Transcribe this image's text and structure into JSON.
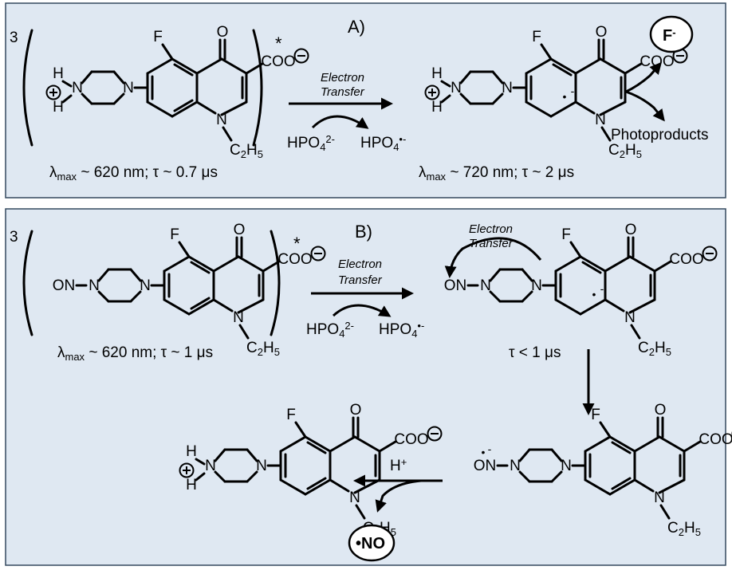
{
  "panel_a": {
    "label": "A)",
    "multiplicity": "3",
    "excited": "*",
    "arrow_label_1": "Electron",
    "arrow_label_2": "Transfer",
    "reactant_lambda": "λ",
    "reactant_lambda_sub": "max",
    "reactant_lambda_rest": " ~ 620 nm; τ ~ 0.7 μs",
    "product_lambda": "λ",
    "product_lambda_sub": "max",
    "product_lambda_rest": " ~ 720 nm; τ ~ 2 μs",
    "donor": "HPO",
    "donor_sub": "4",
    "donor_sup": "2-",
    "radical": "HPO",
    "radical_sub": "4",
    "radical_sup": "•-",
    "fluoride": "F",
    "fluoride_sup": "-",
    "photoproducts": "Photoproducts"
  },
  "panel_b": {
    "label": "B)",
    "multiplicity": "3",
    "excited": "*",
    "arrow_label_1": "Electron",
    "arrow_label_2": "Transfer",
    "reactant_lambda": "λ",
    "reactant_lambda_sub": "max",
    "reactant_lambda_rest": " ~ 620 nm; τ ~ 1 μs",
    "donor": "HPO",
    "donor_sub": "4",
    "donor_sup": "2-",
    "radical": "HPO",
    "radical_sub": "4",
    "radical_sup": "•-",
    "intra_label_1": "Electron",
    "intra_label_2": "Transfer",
    "tau_intermediate": "τ < 1 μs",
    "proton": "H",
    "proton_sup": "+",
    "no_radical": "•NO"
  },
  "atoms": {
    "O": "O",
    "F": "F",
    "N": "N",
    "H": "H",
    "COO": "COO",
    "ON": "ON",
    "ethyl": "C",
    "ethyl_sub_2": "2",
    "ethyl_H": "H",
    "ethyl_sub_5": "5",
    "minus": "−",
    "plus": "+",
    "dot": "•"
  },
  "colors": {
    "panel_fill": "#dfe8f2",
    "panel_border": "#34495e"
  }
}
